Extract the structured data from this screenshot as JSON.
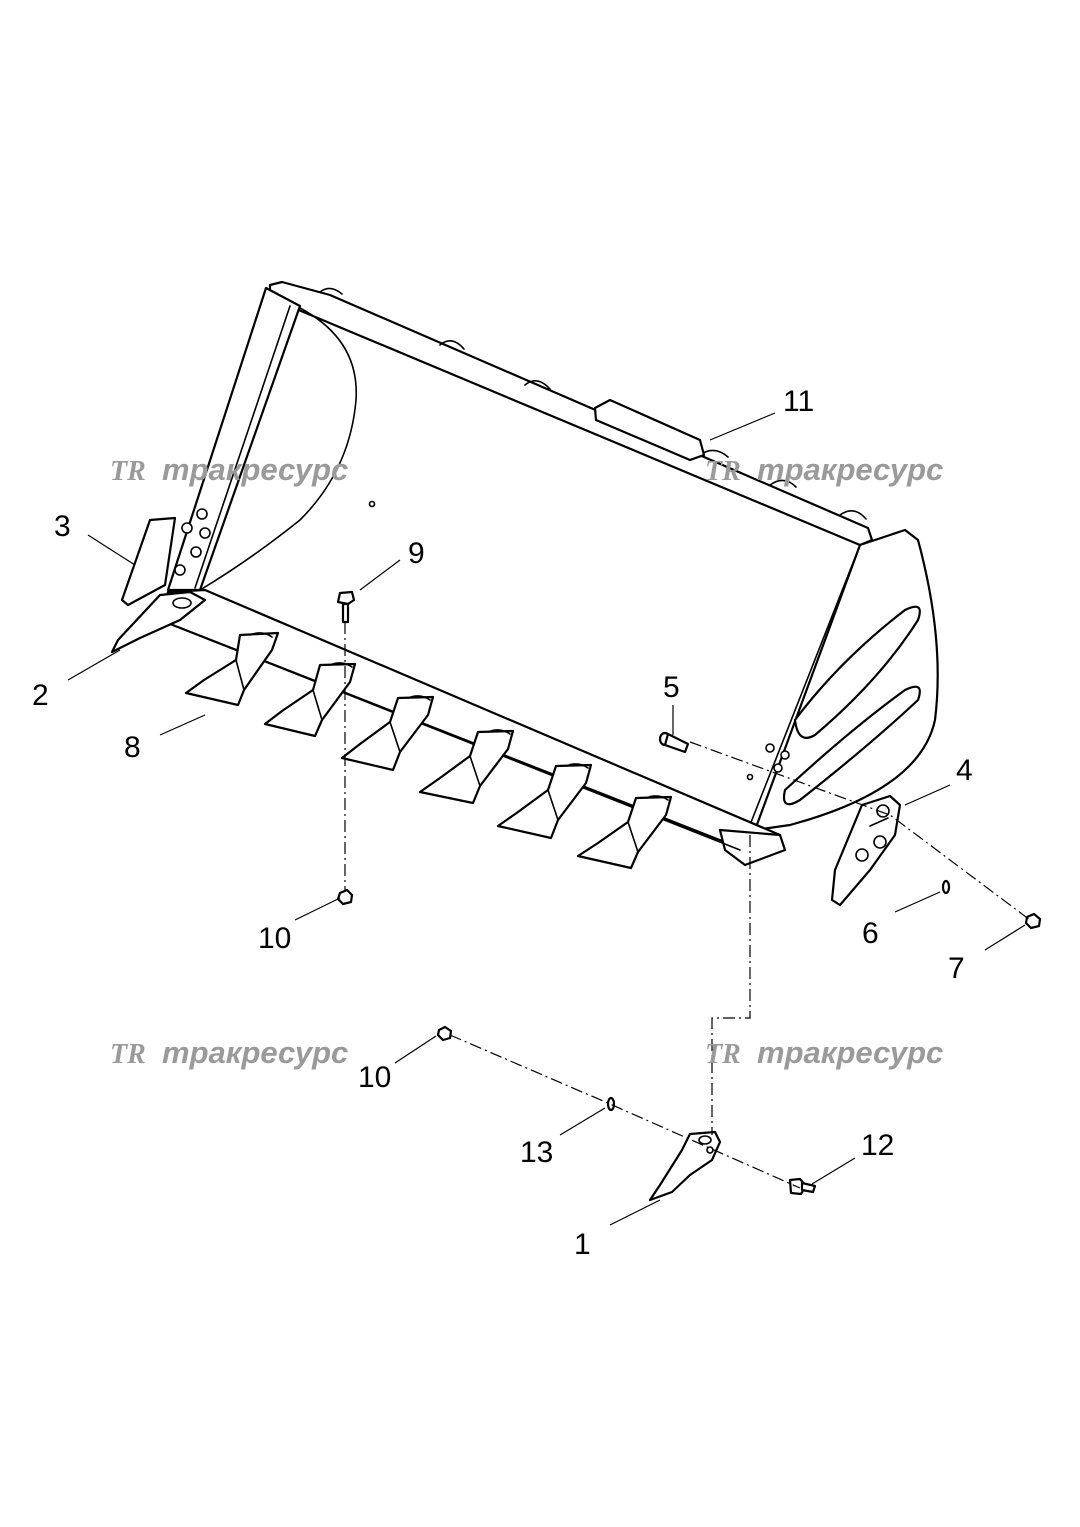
{
  "callouts": {
    "c1": "1",
    "c2": "2",
    "c3": "3",
    "c4": "4",
    "c5": "5",
    "c6": "6",
    "c7": "7",
    "c8": "8",
    "c9": "9",
    "c10a": "10",
    "c10b": "10",
    "c11": "11",
    "c12": "12",
    "c13": "13"
  },
  "watermark": {
    "logo": "TR",
    "text": "тракресурс"
  }
}
